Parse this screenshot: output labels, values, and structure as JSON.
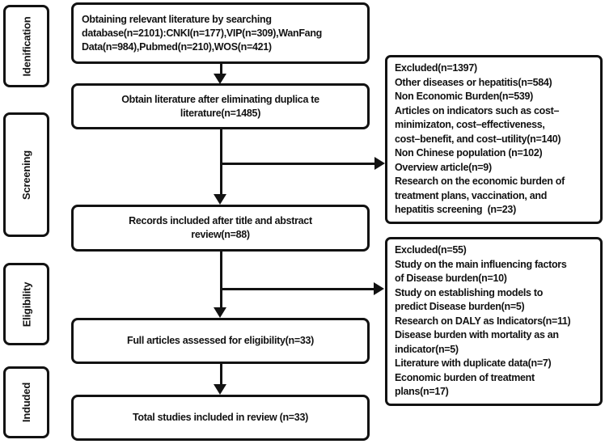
{
  "figure": {
    "title": "Literature screening flow diagram",
    "ink_color": "#121212",
    "background_color": "#ffffff"
  },
  "stage_labels": [
    {
      "label": "Idenification"
    },
    {
      "label": "Screening"
    },
    {
      "label": "Eligibility"
    },
    {
      "label": "Induded"
    }
  ],
  "flow_boxes": [
    {
      "text": "Obtaining relevant literature by searching\ndatabase(n=2101):CNKI(n=177),VIP(n=309),WanFang\nData(n=984),Pubmed(n=210),WOS(n=421)"
    },
    {
      "text": "Obtain literature after eliminating duplica te\nliterature(n=1485)"
    },
    {
      "text": "Records included after title and abstract\nreview(n=88)"
    },
    {
      "text": "Full articles assessed for eligibility(n=33)"
    },
    {
      "text": "Total studies included in review (n=33)"
    }
  ],
  "exclusion_boxes": [
    {
      "items": [
        "Excluded(n=1397)",
        "Other diseases or hepatitis(n=584)",
        "Non Economic Burden(n=539)",
        "Articles on indicators such as cost–\nminimizaton, cost–effectiveness,\ncost–benefit, and cost–utility(n=140)",
        "Non Chinese population (n=102)",
        "Overview article(n=9)",
        "Research on the economic burden of\ntreatment plans, vaccination, and\nhepatitis screening  (n=23)"
      ]
    },
    {
      "items": [
        "Excluded(n=55)",
        "Study on the main influencing factors\nof Disease burden(n=10)",
        "Study on establishing models to\npredict Disease burden(n=5)",
        "Research on DALY as Indicators(n=11)",
        "Disease burden with mortality as an\nindicator(n=5)",
        "Literature with duplicate data(n=7)",
        "Economic burden of treatment\nplans(n=17)"
      ]
    }
  ]
}
